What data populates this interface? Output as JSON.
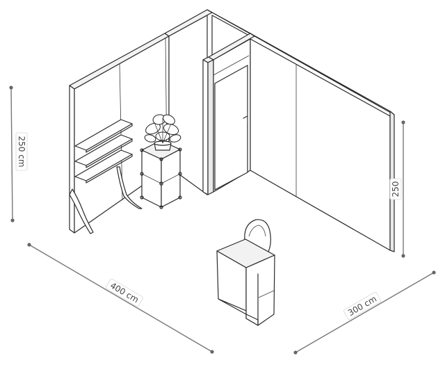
{
  "dimensions": {
    "height_left": "250 cm",
    "width_front": "400 cm",
    "depth_right": "300 cm",
    "height_right": "250"
  },
  "colors": {
    "line": "#2a2a2a",
    "dimension": "#777777",
    "label_text": "#444444",
    "background": "#ffffff"
  }
}
